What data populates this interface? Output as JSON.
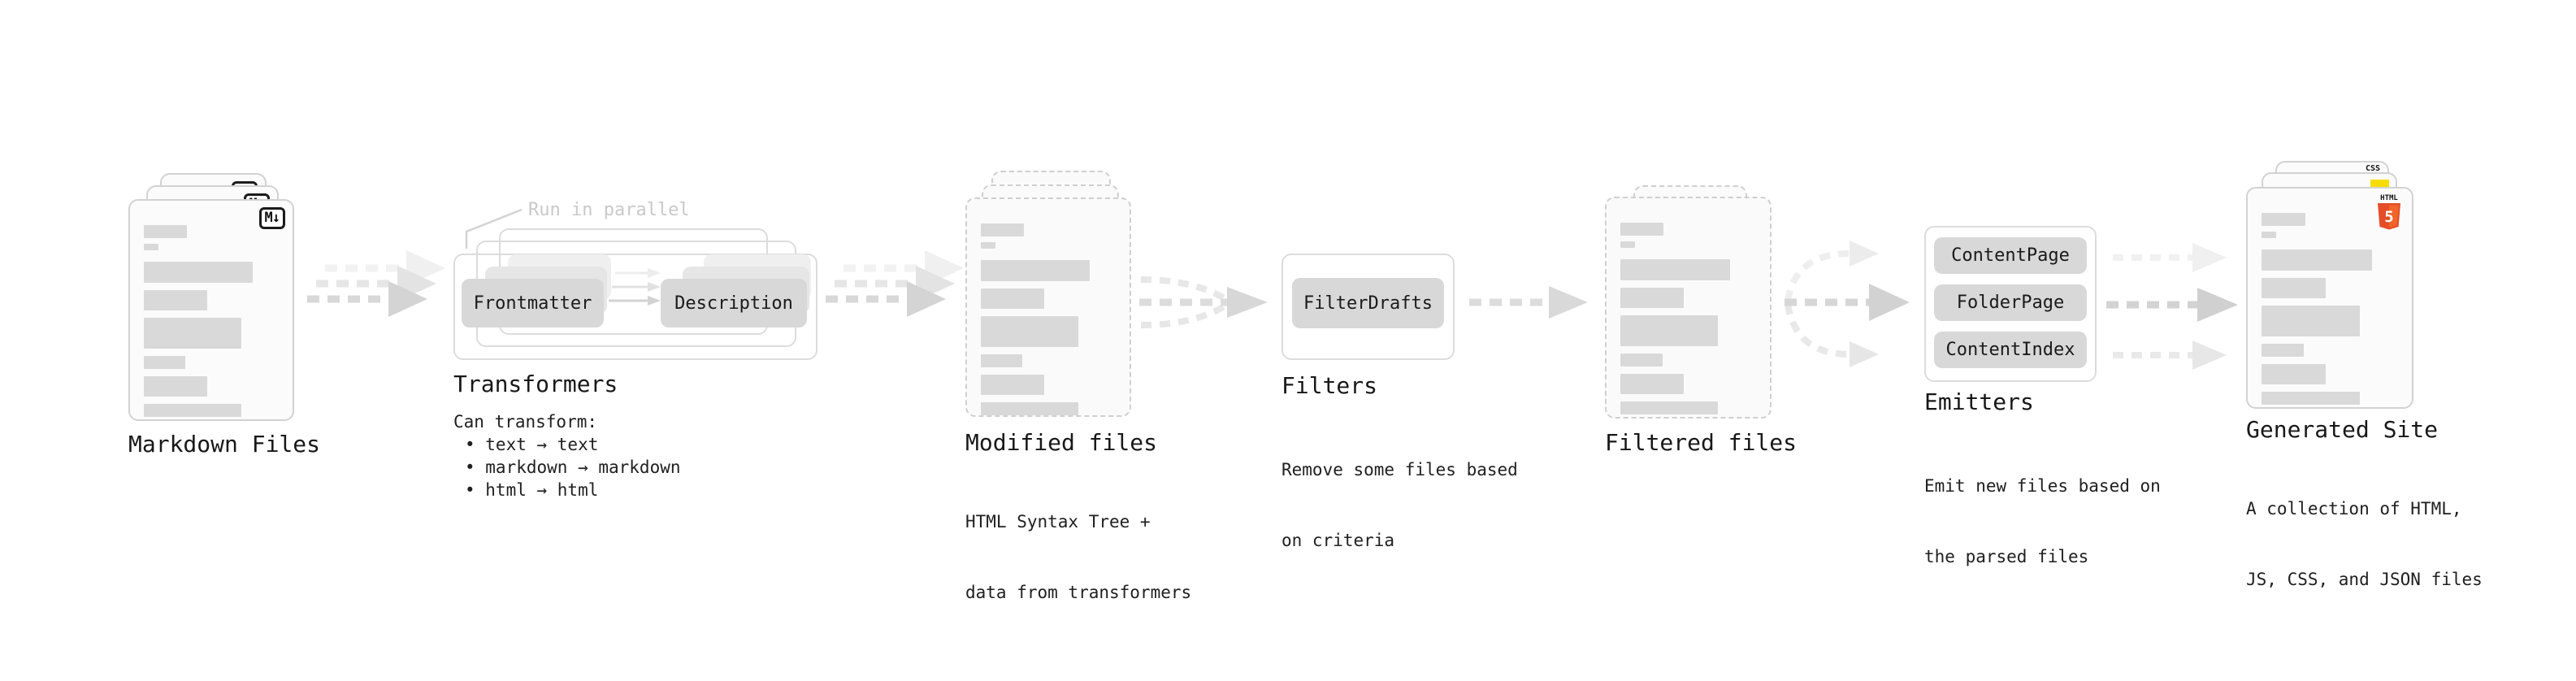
{
  "markdown": {
    "badge": "M↓",
    "label": "Markdown Files"
  },
  "transformers": {
    "annotation": "Run in parallel",
    "pill_front": "Frontmatter",
    "pill_back": "Description",
    "label": "Transformers",
    "desc_title": "Can transform:",
    "bullets": [
      "• text → text",
      "• markdown → markdown",
      "• html → html"
    ]
  },
  "modified": {
    "label": "Modified files",
    "sub": [
      "HTML Syntax Tree +",
      "data from transformers"
    ]
  },
  "filters": {
    "pill": "FilterDrafts",
    "label": "Filters",
    "sub": [
      "Remove some files based",
      "on criteria"
    ]
  },
  "filtered": {
    "label": "Filtered files"
  },
  "emitters": {
    "pills": [
      "ContentPage",
      "FolderPage",
      "ContentIndex"
    ],
    "label": "Emitters",
    "sub": [
      "Emit new files based on",
      "the parsed files"
    ]
  },
  "generated": {
    "label": "Generated Site",
    "sub": [
      "A collection of HTML,",
      "JS, CSS, and JSON files"
    ],
    "badges": {
      "css": "CSS",
      "html_word": "HTML",
      "html_number": "5"
    }
  },
  "colors": {
    "doc_bar": "#d9d9d9",
    "pill_bg": "#d8d8d8",
    "card_border": "#d2d2d2",
    "dashed_border": "#cfcfcf",
    "box_border": "#dcdcdc",
    "arrow": "#d5d5d5",
    "annotation_text": "#c9c9c9",
    "heading_text": "#181818",
    "html5_orange": "#e44d26",
    "html5_orange_light": "#f16529",
    "js_yellow": "#f7dc00",
    "css_blue": "#2b62d9"
  }
}
